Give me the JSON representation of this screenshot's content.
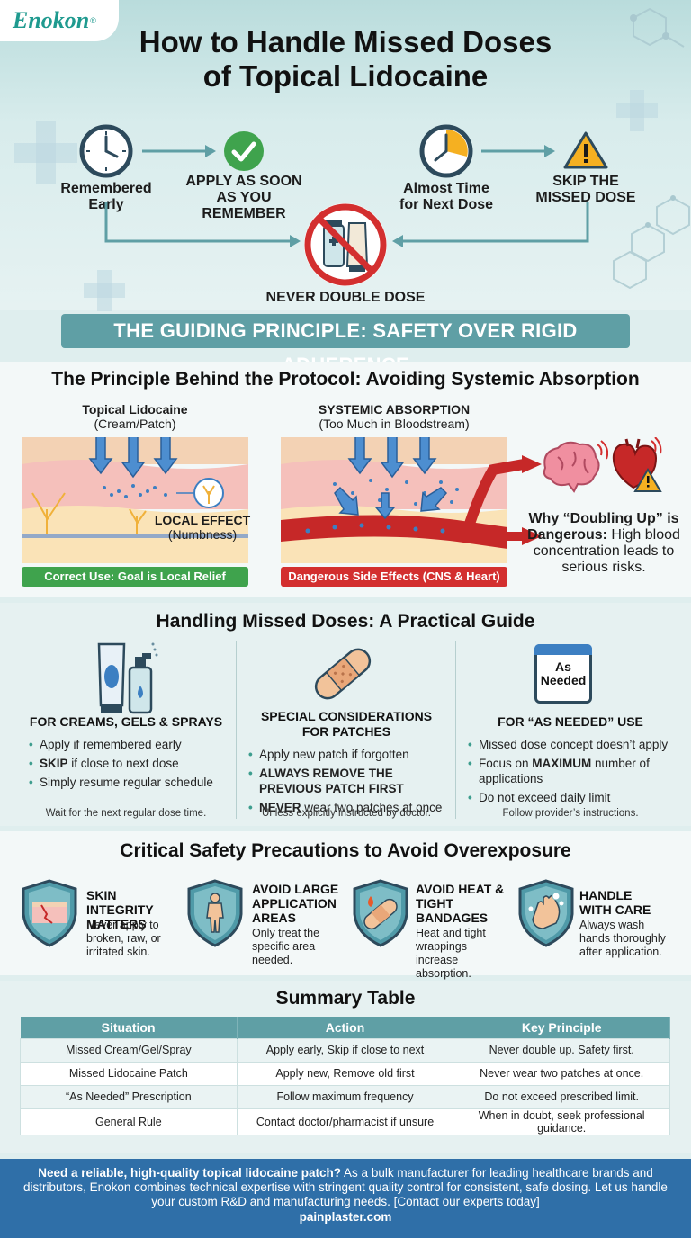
{
  "brand": {
    "logo": "Enokon",
    "reg": "®"
  },
  "hero": {
    "title_line1": "How to Handle Missed Doses",
    "title_line2": "of Topical Lidocaine",
    "flow": {
      "remembered_early_1": "Remembered",
      "remembered_early_2": "Early",
      "apply_asap_1": "APPLY AS SOON",
      "apply_asap_2": "AS YOU REMEMBER",
      "almost_time_1": "Almost Time",
      "almost_time_2": "for Next Dose",
      "skip_1": "SKIP THE",
      "skip_2": "MISSED DOSE",
      "never_double": "NEVER DOUBLE DOSE"
    },
    "banner": "THE GUIDING PRINCIPLE: SAFETY OVER RIGID ADHERENCE"
  },
  "principle": {
    "title": "The Principle Behind the Protocol: Avoiding Systemic Absorption",
    "left_title": "Topical Lidocaine",
    "left_sub": "(Cream/Patch)",
    "local_title": "LOCAL EFFECT",
    "local_sub": "(Numbness)",
    "left_pill": "Correct Use: Goal is Local Relief",
    "right_title": "SYSTEMIC ABSORPTION",
    "right_sub": "(Too Much in Bloodstream)",
    "right_pill": "Dangerous Side Effects (CNS & Heart)",
    "why_bold": "Why “Doubling Up” is Dangerous:",
    "why_text": "High blood concentration leads to serious risks."
  },
  "guide": {
    "title": "Handling Missed Doses: A Practical Guide",
    "as_needed_icon_1": "As",
    "as_needed_icon_2": "Needed",
    "cols": [
      {
        "title": "FOR CREAMS, GELS & SPRAYS",
        "b1": "Apply if remembered early",
        "b2_bold": "SKIP",
        "b2_rest": " if close to next dose",
        "b3": "Simply resume regular schedule",
        "foot": "Wait for the next regular dose time."
      },
      {
        "title_1": "SPECIAL CONSIDERATIONS",
        "title_2": "FOR PATCHES",
        "b1": "Apply new patch if forgotten",
        "b2_bold": "ALWAYS REMOVE THE PREVIOUS PATCH FIRST",
        "b3_bold": "NEVER",
        "b3_rest": " wear two patches at once",
        "foot": "Unless explicitly instructed by doctor."
      },
      {
        "title": "FOR “AS NEEDED” USE",
        "b1": "Missed dose concept doesn’t apply",
        "b2_a": "Focus on ",
        "b2_bold": "MAXIMUM",
        "b2_rest": " number of applications",
        "b3": "Do not exceed daily limit",
        "foot": "Follow provider’s instructions."
      }
    ]
  },
  "precautions": {
    "title": "Critical Safety Precautions to Avoid Overexposure",
    "items": [
      {
        "title_1": "SKIN INTEGRITY",
        "title_2": "MATTERS",
        "text": "Never apply to broken, raw, or irritated skin."
      },
      {
        "title_1": "AVOID LARGE",
        "title_2": "APPLICATION",
        "title_3": "AREAS",
        "text": "Only treat the specific area needed."
      },
      {
        "title_1": "AVOID HEAT &",
        "title_2": "TIGHT",
        "title_3": "BANDAGES",
        "text": "Heat and tight wrappings increase absorption."
      },
      {
        "title_1": "HANDLE",
        "title_2": "WITH CARE",
        "text": "Always wash hands thoroughly after application."
      }
    ]
  },
  "summary": {
    "title": "Summary Table",
    "headers": [
      "Situation",
      "Action",
      "Key Principle"
    ],
    "rows": [
      [
        "Missed Cream/Gel/Spray",
        "Apply early, Skip if close to next",
        "Never double up. Safety first."
      ],
      [
        "Missed Lidocaine Patch",
        "Apply new, Remove old first",
        "Never wear two patches at once."
      ],
      [
        "“As Needed” Prescription",
        "Follow maximum frequency",
        "Do not exceed prescribed limit."
      ],
      [
        "General Rule",
        "Contact doctor/pharmacist if unsure",
        "When in doubt, seek professional guidance."
      ]
    ]
  },
  "footer": {
    "bold": "Need a reliable, high-quality topical lidocaine patch?",
    "text": " As a bulk manufacturer for leading healthcare brands and distributors, Enokon combines technical expertise with stringent quality control for consistent, safe dosing. Let us handle your custom R&D and manufacturing needs. [Contact our experts today]",
    "site": "painplaster.com"
  },
  "colors": {
    "teal": "#5f9fa5",
    "green": "#3fa34d",
    "red": "#d32f2f",
    "footer_blue": "#2f6fa8",
    "orange": "#f5b021"
  }
}
